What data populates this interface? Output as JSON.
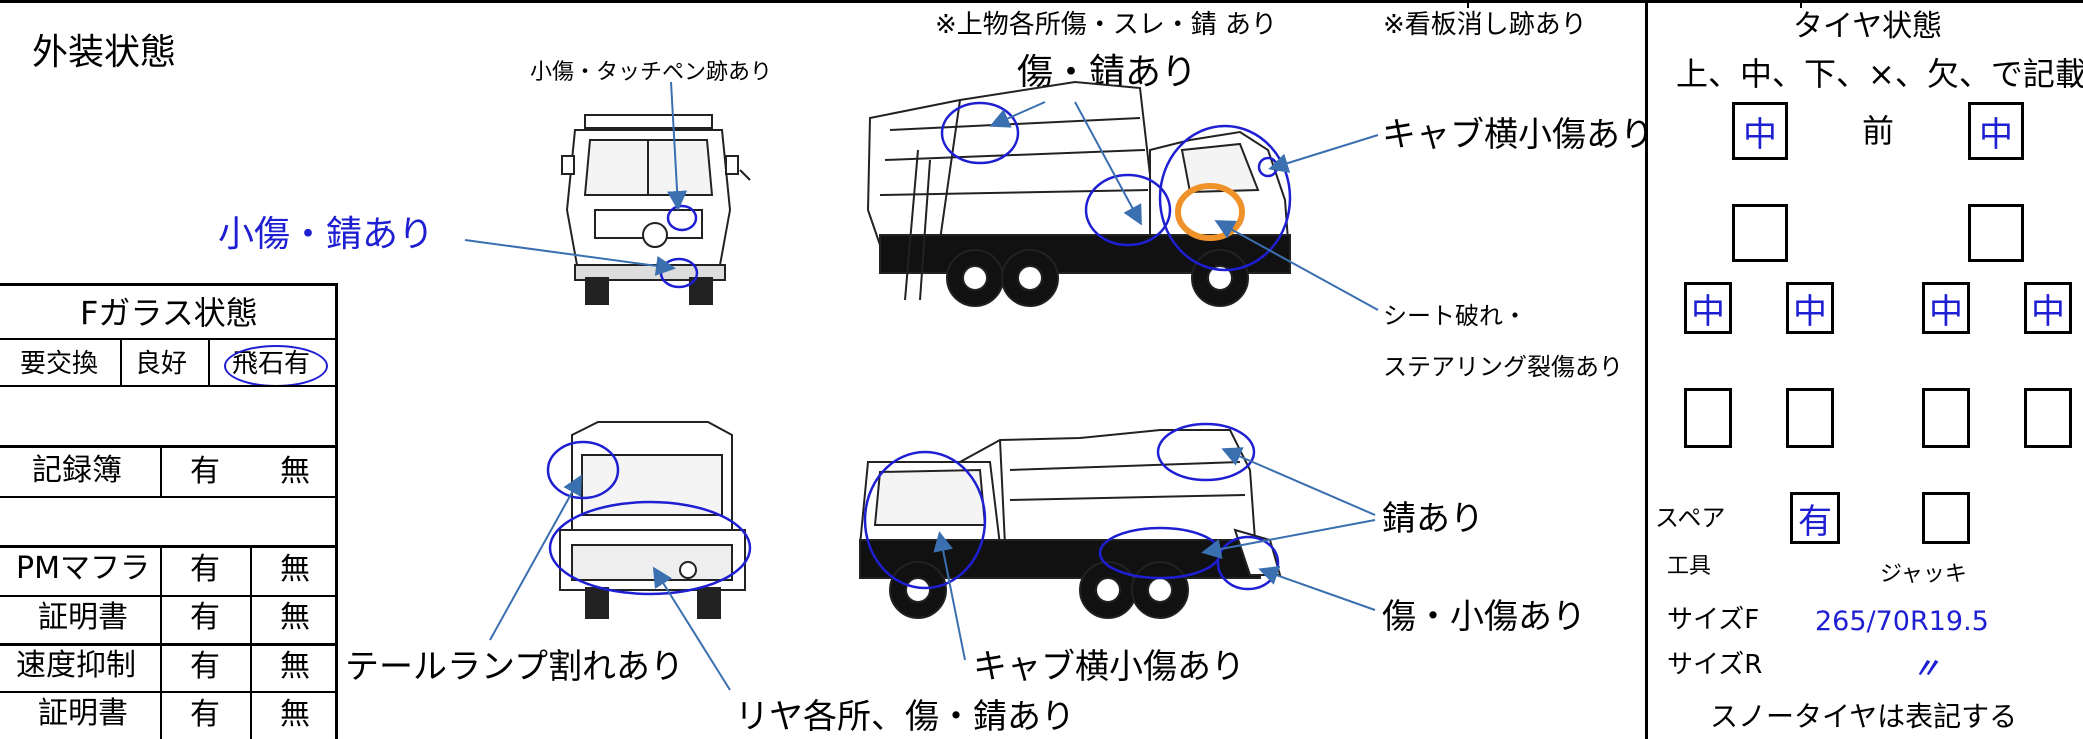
{
  "exterior": {
    "title": "外装状態",
    "note_top": "※上物各所傷・スレ・錆 あり",
    "note_sign": "※看板消し跡あり",
    "lbl_front_small": "小傷・タッチペン跡あり",
    "lbl_scratch_rust": "傷・錆あり",
    "lbl_cab_side_top": "キャブ横小傷あり",
    "lbl_front_blue": "小傷・錆あり",
    "lbl_seat_1": "シート破れ・",
    "lbl_seat_2": "ステアリング裂傷あり",
    "lbl_rust": "錆あり",
    "lbl_scratch_small": "傷・小傷あり",
    "lbl_tail_lamp": "テールランプ割れあり",
    "lbl_cab_side_bottom": "キャブ横小傷あり",
    "lbl_rear": "リヤ各所、傷・錆あり"
  },
  "glass": {
    "title": "Fガラス状態",
    "opt_replace": "要交換",
    "opt_good": "良好",
    "opt_chip": "飛石有"
  },
  "records": {
    "logbook": "記録簿",
    "pm_muffler": "PMマフラ",
    "certificate": "証明書",
    "speed_limiter": "速度抑制",
    "yes": "有",
    "no": "無"
  },
  "tires": {
    "title": "タイヤ状態",
    "instruction": "上、中、下、×、欠、で記載",
    "front_label": "前",
    "front_left": "中",
    "front_right": "中",
    "rear_outer_left": "中",
    "rear_inner_left": "中",
    "rear_inner_right": "中",
    "rear_outer_right": "中",
    "spare_label": "スペア",
    "spare_value": "有",
    "tools_label": "工具",
    "jack_label": "ジャッキ",
    "size_f_label": "サイズF",
    "size_f_value": "265/70R19.5",
    "size_r_label": "サイズR",
    "size_r_value": "〃",
    "snow_note": "スノータイヤは表記する"
  },
  "colors": {
    "annotation_blue": "#1e1ed2",
    "arrow_blue": "#3a6fb0",
    "highlight_orange": "#f0922a"
  }
}
